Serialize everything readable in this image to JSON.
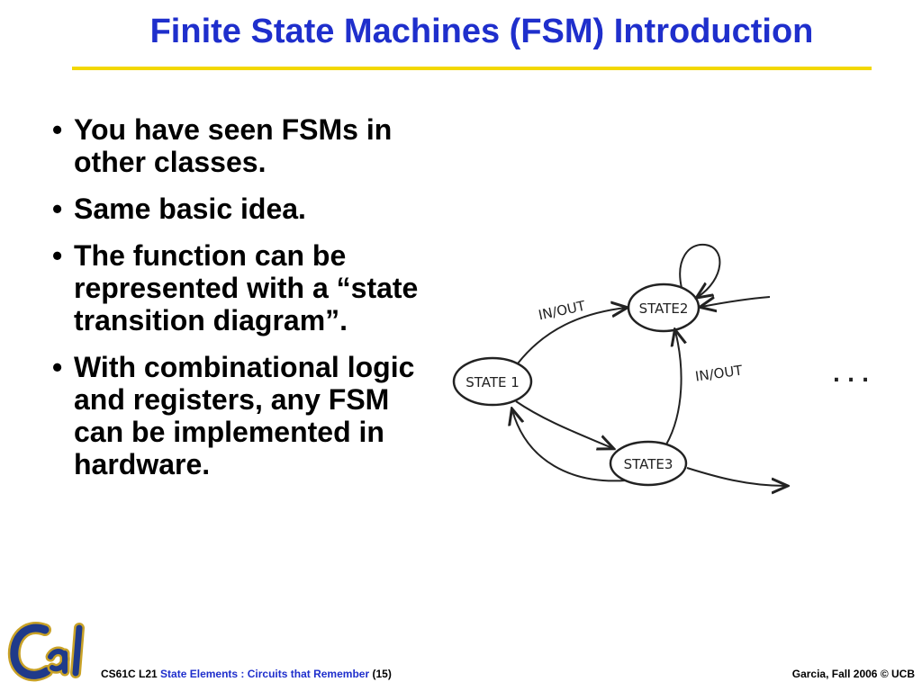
{
  "slide": {
    "title": "Finite State Machines (FSM) Introduction",
    "bullets": [
      "You have seen FSMs in other classes.",
      "Same basic idea.",
      "The function can be represented with a “state transition diagram”.",
      "With combinational logic and registers, any FSM can be implemented in hardware."
    ]
  },
  "diagram": {
    "states": [
      "STATE1",
      "STATE2",
      "STATE3"
    ],
    "state_labels": [
      "STATE 1",
      "STATE2",
      "STATE3"
    ],
    "transition_labels": [
      "IN/OUT",
      "IN/OUT"
    ],
    "ellipsis": ". . ."
  },
  "footer": {
    "course": "CS61C L21",
    "subject": "State Elements : Circuits that Remember",
    "page": "(15)",
    "credit": "Garcia, Fall 2006 © UCB"
  },
  "colors": {
    "title": "#1f2fcc",
    "rule": "#f3d800",
    "logo": "#1f3a8a",
    "logo_outline": "#c9a227"
  }
}
